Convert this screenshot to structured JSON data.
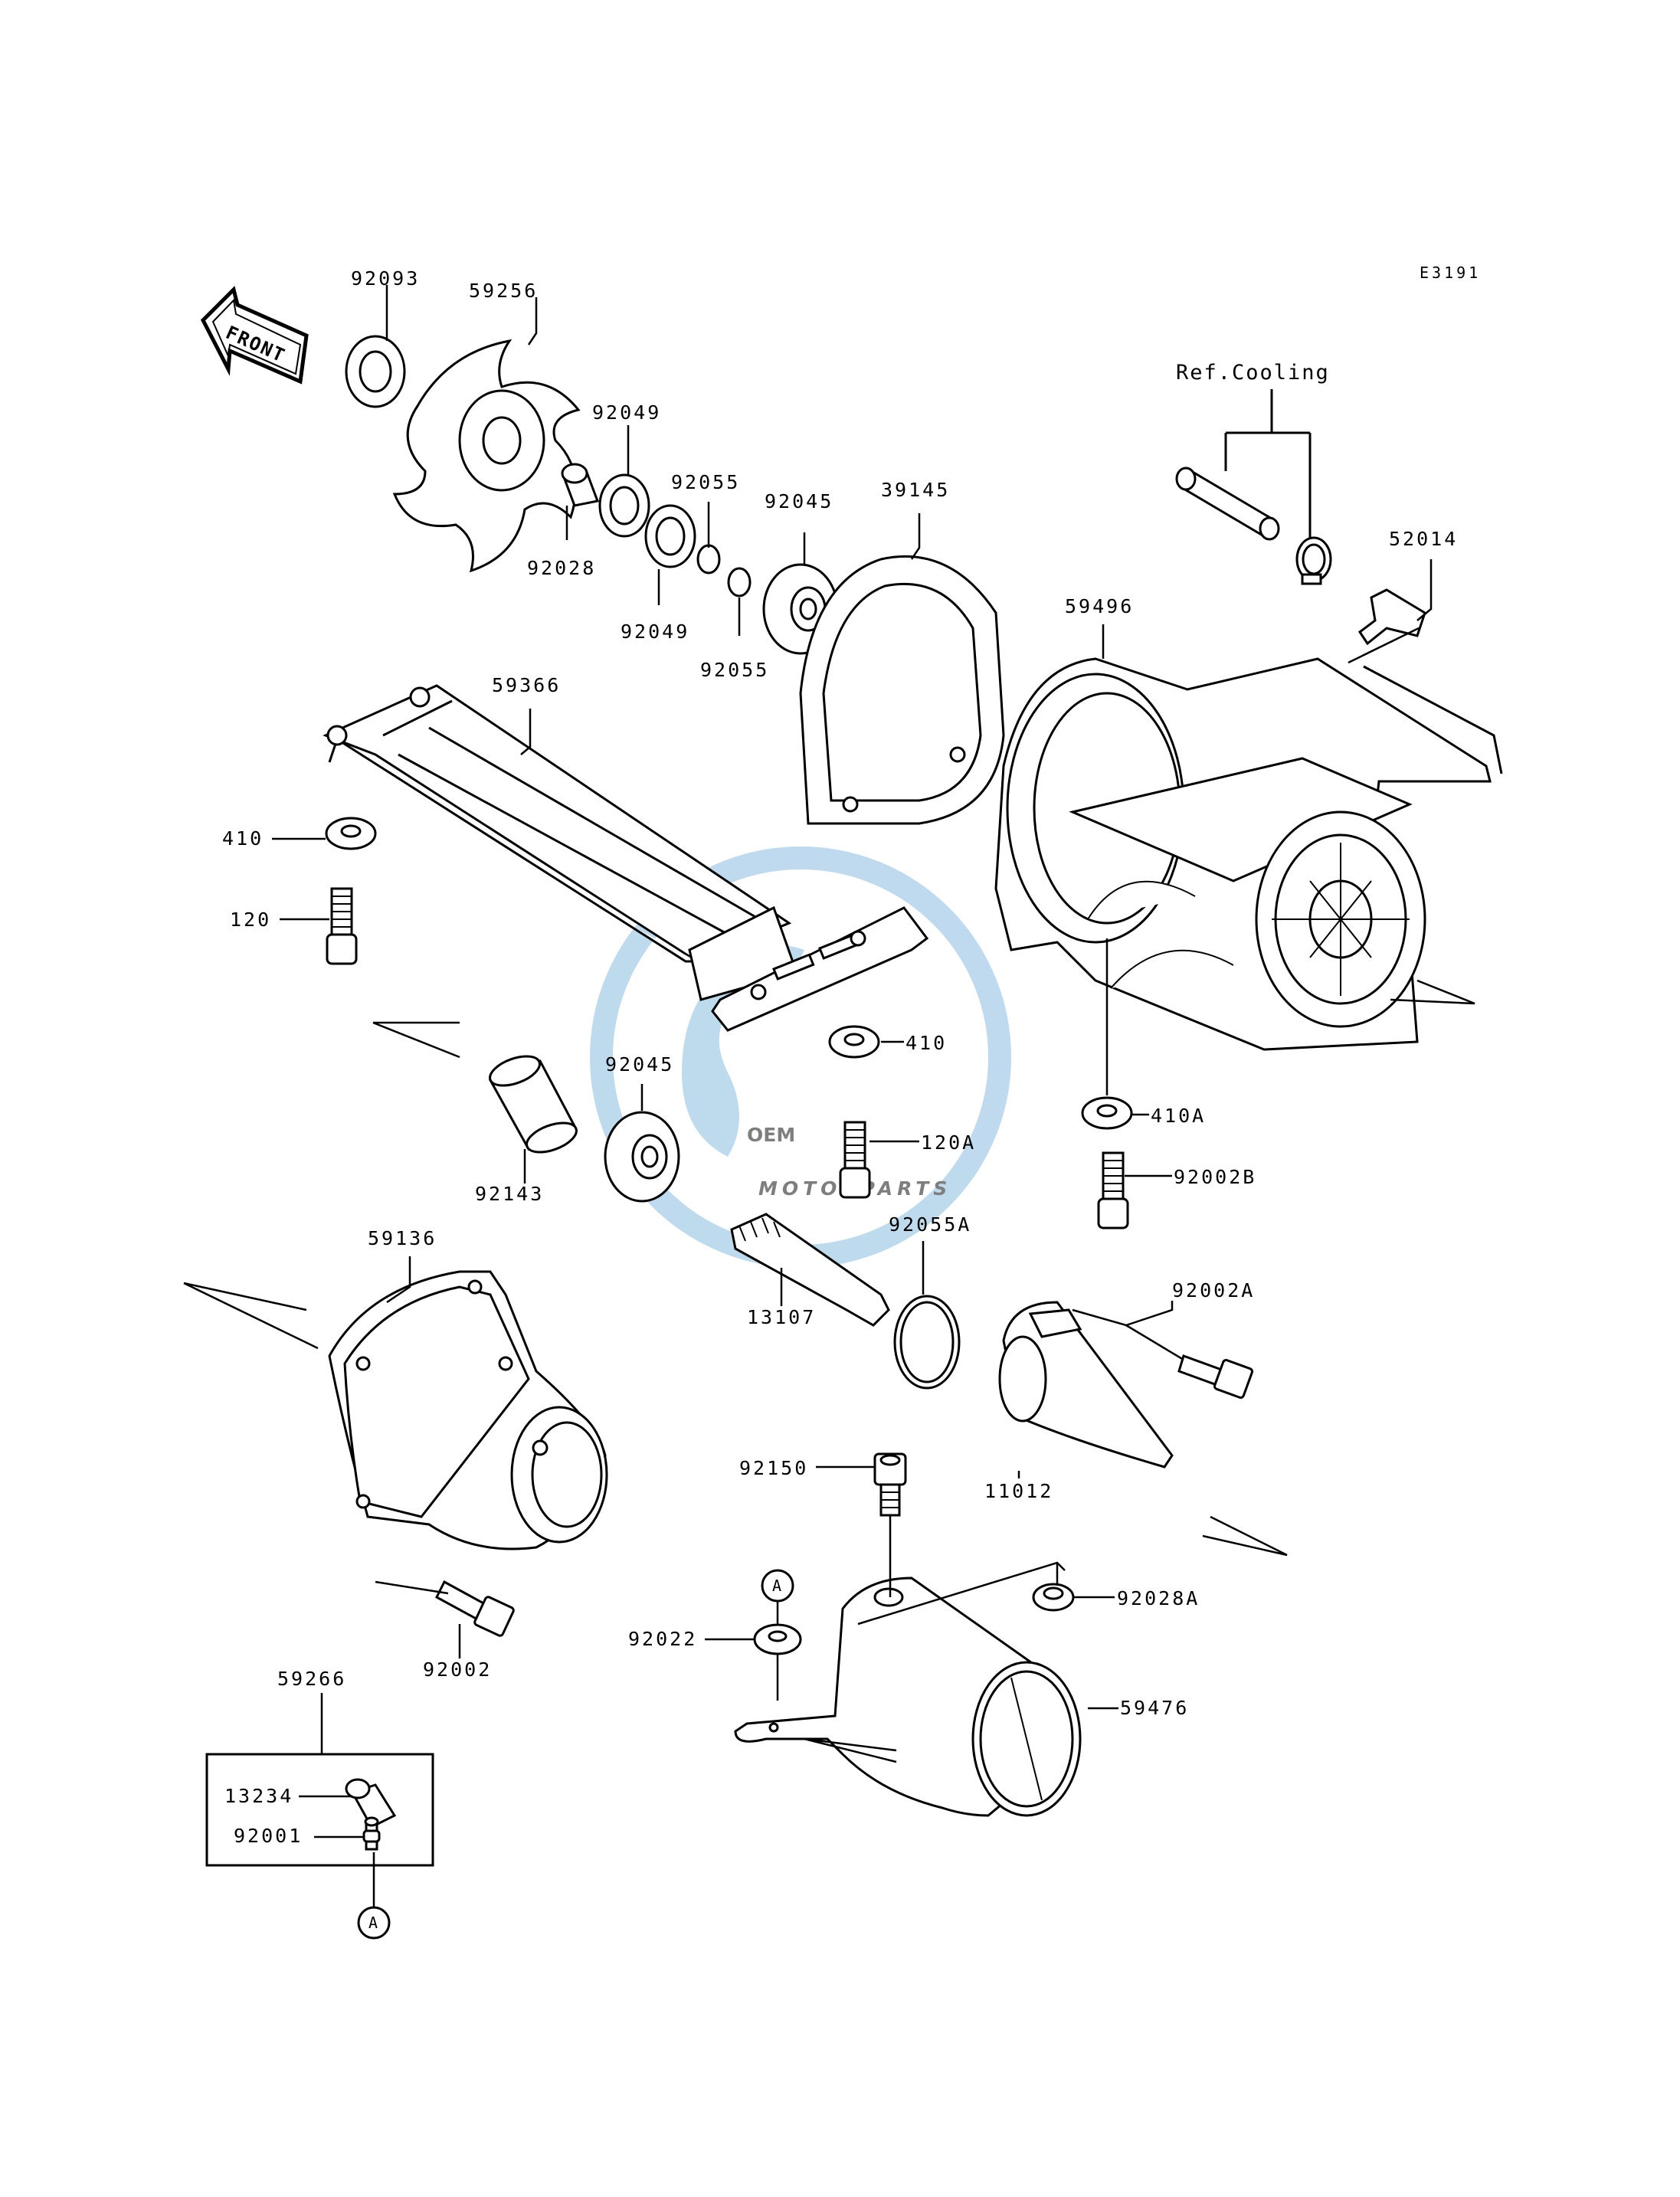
{
  "diagram_code": "E3191",
  "front_label": "FRONT",
  "ref_label": "Ref.Cooling",
  "callout_letter": "A",
  "watermark": {
    "logo": "OEM",
    "text": "MOTORPARTS",
    "color": "#7fb6dd"
  },
  "parts": [
    {
      "id": "p92093",
      "number": "92093"
    },
    {
      "id": "p59256",
      "number": "59256"
    },
    {
      "id": "p92049a",
      "number": "92049"
    },
    {
      "id": "p92055a",
      "number": "92055"
    },
    {
      "id": "p92045a",
      "number": "92045"
    },
    {
      "id": "p39145",
      "number": "39145"
    },
    {
      "id": "p92028",
      "number": "92028"
    },
    {
      "id": "p92049b",
      "number": "92049"
    },
    {
      "id": "p92055b",
      "number": "92055"
    },
    {
      "id": "p52014",
      "number": "52014"
    },
    {
      "id": "p59496",
      "number": "59496"
    },
    {
      "id": "p59366",
      "number": "59366"
    },
    {
      "id": "p410",
      "number": "410"
    },
    {
      "id": "p120",
      "number": "120"
    },
    {
      "id": "p410b",
      "number": "410"
    },
    {
      "id": "p92045b",
      "number": "92045"
    },
    {
      "id": "p120A",
      "number": "120A"
    },
    {
      "id": "p410A",
      "number": "410A"
    },
    {
      "id": "p92143",
      "number": "92143"
    },
    {
      "id": "p92002B",
      "number": "92002B"
    },
    {
      "id": "p59136",
      "number": "59136"
    },
    {
      "id": "p92055A",
      "number": "92055A"
    },
    {
      "id": "p92002A",
      "number": "92002A"
    },
    {
      "id": "p13107",
      "number": "13107"
    },
    {
      "id": "p92150",
      "number": "92150"
    },
    {
      "id": "p11012",
      "number": "11012"
    },
    {
      "id": "p92028A",
      "number": "92028A"
    },
    {
      "id": "p92022",
      "number": "92022"
    },
    {
      "id": "p92002",
      "number": "92002"
    },
    {
      "id": "p59476",
      "number": "59476"
    },
    {
      "id": "p59266",
      "number": "59266"
    },
    {
      "id": "p13234",
      "number": "13234"
    },
    {
      "id": "p92001",
      "number": "92001"
    }
  ]
}
